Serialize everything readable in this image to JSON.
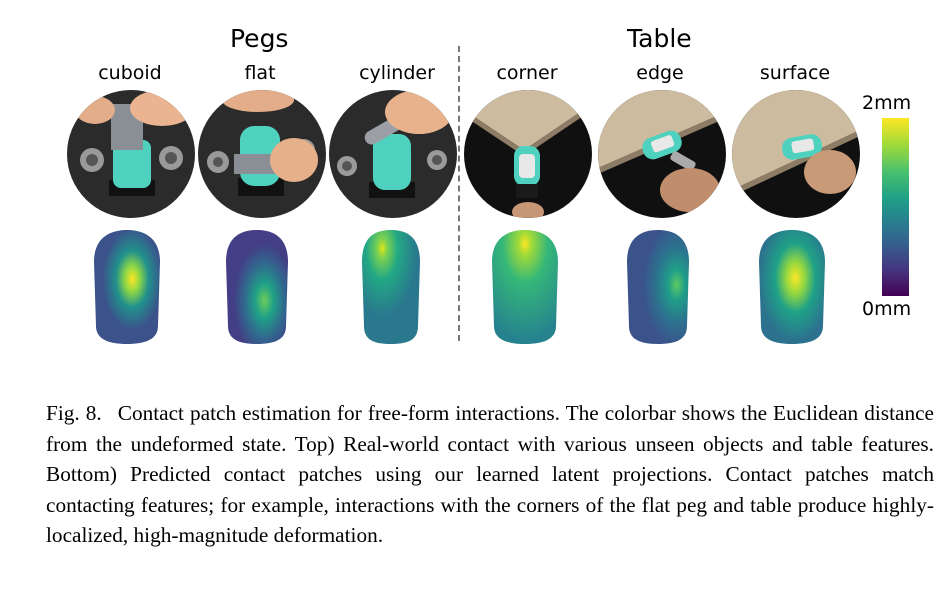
{
  "groups": {
    "pegs": "Pegs",
    "table": "Table"
  },
  "columns": [
    {
      "label": "cuboid",
      "kind": "peg"
    },
    {
      "label": "flat",
      "kind": "peg"
    },
    {
      "label": "cylinder",
      "kind": "peg"
    },
    {
      "label": "corner",
      "kind": "table"
    },
    {
      "label": "edge",
      "kind": "table"
    },
    {
      "label": "surface",
      "kind": "table"
    }
  ],
  "colorbar": {
    "max_label": "2mm",
    "min_label": "0mm",
    "colormap": "viridis"
  },
  "caption": {
    "fig_no": "Fig. 8.",
    "text": "Contact patch estimation for free-form interactions. The colorbar shows the Euclidean distance from the undeformed state. Top) Real-world contact with various unseen objects and table features. Bottom) Predicted contact patches using our learned latent projections. Contact patches match contacting features; for example, interactions with the corners of the flat peg and table produce highly-localized, high-magnitude deformation."
  },
  "colors": {
    "sensor_teal": "#4fd1bf",
    "wood": "#cdbb9f",
    "dark_bg": "#2a2a2a"
  }
}
